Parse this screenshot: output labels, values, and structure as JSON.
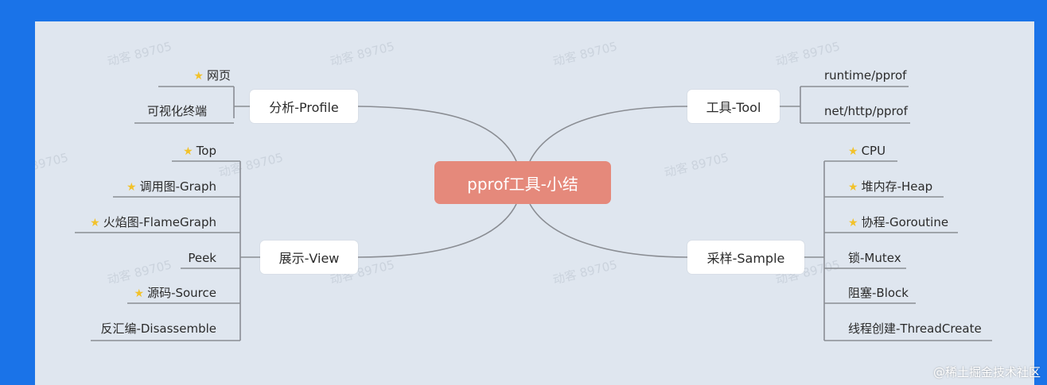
{
  "center": {
    "label": "pprof工具-小结"
  },
  "branches": {
    "profile": {
      "label": "分析-Profile",
      "leaves": [
        {
          "label": "网页",
          "starred": true
        },
        {
          "label": "可视化终端",
          "starred": false
        }
      ]
    },
    "view": {
      "label": "展示-View",
      "leaves": [
        {
          "label": "Top",
          "starred": true
        },
        {
          "label": "调用图-Graph",
          "starred": true
        },
        {
          "label": "火焰图-FlameGraph",
          "starred": true
        },
        {
          "label": "Peek",
          "starred": false
        },
        {
          "label": "源码-Source",
          "starred": true
        },
        {
          "label": "反汇编-Disassemble",
          "starred": false
        }
      ]
    },
    "tool": {
      "label": "工具-Tool",
      "leaves": [
        {
          "label": "runtime/pprof",
          "starred": false
        },
        {
          "label": "net/http/pprof",
          "starred": false
        }
      ]
    },
    "sample": {
      "label": "采样-Sample",
      "leaves": [
        {
          "label": "CPU",
          "starred": true
        },
        {
          "label": "堆内存-Heap",
          "starred": true
        },
        {
          "label": "协程-Goroutine",
          "starred": true
        },
        {
          "label": "锁-Mutex",
          "starred": false
        },
        {
          "label": "阻塞-Block",
          "starred": false
        },
        {
          "label": "线程创建-ThreadCreate",
          "starred": false
        }
      ]
    }
  },
  "watermark": "动客 89705",
  "footer": "@稀土掘金技术社区",
  "colors": {
    "frame": "#1a73e8",
    "canvas": "#dfe6ef",
    "center": "#e5897b",
    "line": "#8a8d93",
    "star": "#f2c22a"
  },
  "icons": {
    "star": "star-icon"
  }
}
